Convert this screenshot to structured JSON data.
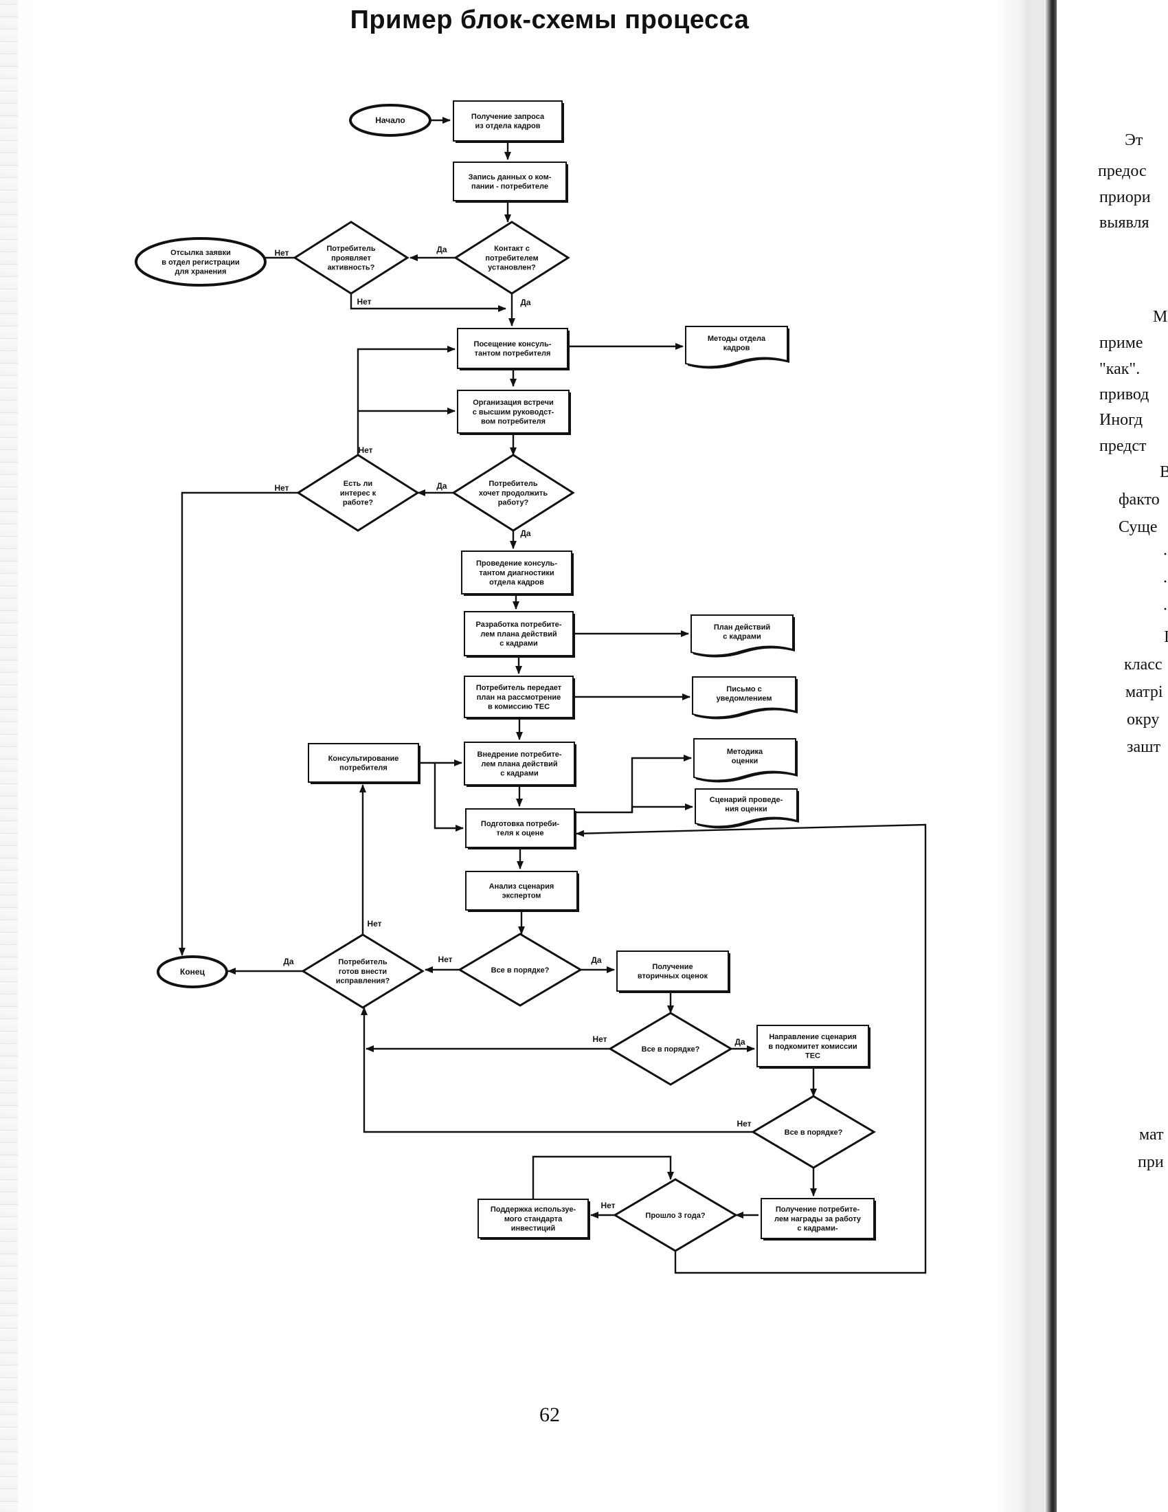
{
  "page": {
    "title": "Пример блок-схемы процесса",
    "page_number": "62"
  },
  "flowchart": {
    "terminals": [
      {
        "id": "start",
        "lines": [
          "Начало"
        ]
      },
      {
        "id": "send",
        "lines": [
          "Отсылка заявки",
          "в отдел регистрации",
          "для хранения"
        ]
      },
      {
        "id": "end",
        "lines": [
          "Конец"
        ]
      }
    ],
    "processes": [
      {
        "id": "p1",
        "lines": [
          "Получение запроса",
          "из отдела кадров"
        ]
      },
      {
        "id": "p2",
        "lines": [
          "Запись данных о ком-",
          "пании - потребителе"
        ]
      },
      {
        "id": "p3",
        "lines": [
          "Посещение консуль-",
          "тантом потребителя"
        ]
      },
      {
        "id": "p4",
        "lines": [
          "Организация встречи",
          "с высшим руководст-",
          "вом потребителя"
        ]
      },
      {
        "id": "p5",
        "lines": [
          "Проведение консуль-",
          "тантом диагностики",
          "отдела кадров"
        ]
      },
      {
        "id": "p6",
        "lines": [
          "Разработка потребите-",
          "лем плана действий",
          "с кадрами"
        ]
      },
      {
        "id": "p7",
        "lines": [
          "Потребитель передает",
          "план на рассмотрение",
          "в комиссию TEC"
        ]
      },
      {
        "id": "p8",
        "lines": [
          "Внедрение потребите-",
          "лем плана действий",
          "с кадрами"
        ]
      },
      {
        "id": "p9",
        "lines": [
          "Консультирование",
          "потребителя"
        ]
      },
      {
        "id": "p10",
        "lines": [
          "Подготовка потреби-",
          "теля к оцене"
        ]
      },
      {
        "id": "p11",
        "lines": [
          "Анализ сценария",
          "экспертом"
        ]
      },
      {
        "id": "p12",
        "lines": [
          "Получение",
          "вторичных оценок"
        ]
      },
      {
        "id": "p13",
        "lines": [
          "Направление сценария",
          "в подкомитет комиссии",
          "TEC"
        ]
      },
      {
        "id": "p14",
        "lines": [
          "Получение потребите-",
          "лем награды за работу",
          "с кадрами-"
        ]
      },
      {
        "id": "p15",
        "lines": [
          "Поддержка используе-",
          "мого стандарта",
          "инвестиций"
        ]
      }
    ],
    "documents": [
      {
        "id": "d1",
        "lines": [
          "Методы отдела",
          "кадров"
        ]
      },
      {
        "id": "d2",
        "lines": [
          "План действий",
          "с кадрами"
        ]
      },
      {
        "id": "d3",
        "lines": [
          "Письмо с",
          "уведомлением"
        ]
      },
      {
        "id": "d4",
        "lines": [
          "Методика",
          "оценки"
        ]
      },
      {
        "id": "d5",
        "lines": [
          "Сценарий проведе-",
          "ния оценки"
        ]
      }
    ],
    "decisions": [
      {
        "id": "q1",
        "lines": [
          "Контакт с",
          "потребителем",
          "установлен?"
        ]
      },
      {
        "id": "q2",
        "lines": [
          "Потребитель",
          "проявляет",
          "активность?"
        ]
      },
      {
        "id": "q3",
        "lines": [
          "Потребитель",
          "хочет продолжить",
          "работу?"
        ]
      },
      {
        "id": "q4",
        "lines": [
          "Есть ли",
          "интерес к",
          "работе?"
        ]
      },
      {
        "id": "q5",
        "lines": [
          "Все в порядке?"
        ]
      },
      {
        "id": "q6",
        "lines": [
          "Потребитель",
          "готов внести",
          "исправления?"
        ]
      },
      {
        "id": "q7",
        "lines": [
          "Все в порядке?"
        ]
      },
      {
        "id": "q8",
        "lines": [
          "Все в порядке?"
        ]
      },
      {
        "id": "q9",
        "lines": [
          "Прошло 3 года?"
        ]
      }
    ],
    "edge_labels": [
      {
        "id": "l1",
        "text": "Да"
      },
      {
        "id": "l2",
        "text": "Нет"
      },
      {
        "id": "l3",
        "text": "Нет"
      },
      {
        "id": "l4",
        "text": "Да"
      },
      {
        "id": "l5",
        "text": "Нет"
      },
      {
        "id": "l6",
        "text": "Да"
      },
      {
        "id": "l7",
        "text": "Нет"
      },
      {
        "id": "l8",
        "text": "Да"
      },
      {
        "id": "l9",
        "text": "Нет"
      },
      {
        "id": "l10",
        "text": "Да"
      },
      {
        "id": "l11",
        "text": "Нет"
      },
      {
        "id": "l12",
        "text": "Да"
      },
      {
        "id": "l13",
        "text": "Нет"
      },
      {
        "id": "l14",
        "text": "Да"
      },
      {
        "id": "l15",
        "text": "Нет"
      },
      {
        "id": "l16",
        "text": "Нет"
      }
    ]
  },
  "facing_page": {
    "fragments": [
      "Эт",
      "предос",
      "приори",
      "выявля",
      "М",
      "приме",
      "\"как\".",
      "привод",
      "Иногд",
      "предст",
      "В",
      "факто",
      "Суще",
      "·",
      "·",
      "·",
      "І",
      "класс",
      "матрі",
      "окру",
      "зашт",
      "мат",
      "при"
    ]
  }
}
